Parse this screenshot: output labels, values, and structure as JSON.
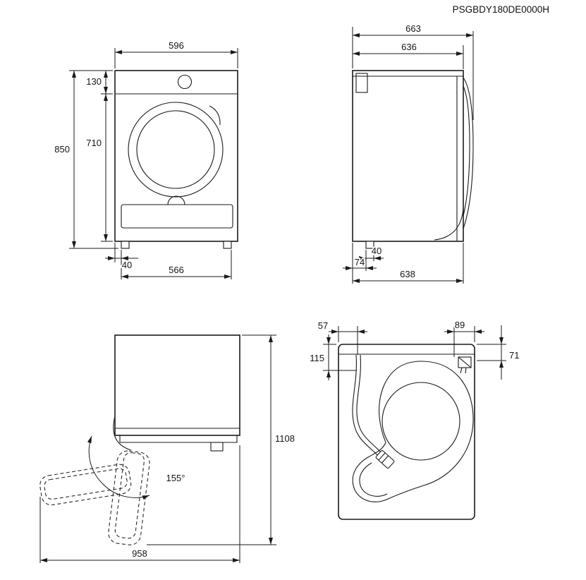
{
  "title": "PSGBDY180DE0000H",
  "front": {
    "width": "596",
    "panel_height": "130",
    "body_height": "710",
    "height": "850",
    "foot_inset": "40",
    "feet_span": "566"
  },
  "side": {
    "depth_total": "663",
    "depth_body": "636",
    "foot_width": "40",
    "foot_offset": "74",
    "depth_base": "638"
  },
  "open": {
    "total_height": "1108",
    "door_angle": "155°",
    "total_depth": "958"
  },
  "top": {
    "hose_offset": "57",
    "cord_offset": "89",
    "hose_depth": "115",
    "cord_depth": "71"
  }
}
